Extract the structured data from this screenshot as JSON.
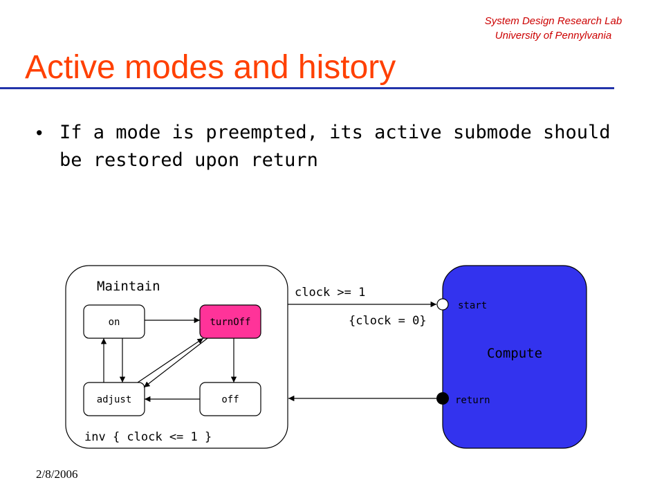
{
  "header": {
    "lab_line1": "System Design Research Lab",
    "lab_line2": "University of Pennylvania"
  },
  "title": "Active modes and history",
  "bullets": [
    {
      "text": "If a mode is preempted, its active submode should be restored upon return"
    }
  ],
  "diagram": {
    "maintain": {
      "label": "Maintain",
      "invariant": "inv { clock <= 1 }",
      "submodes": {
        "on": "on",
        "turnoff": "turnOff",
        "adjust": "adjust",
        "off": "off"
      },
      "active_submode": "turnOff"
    },
    "compute": {
      "label": "Compute",
      "start": "start",
      "return": "return"
    },
    "transition_guard": "clock >= 1",
    "transition_reset": "{clock = 0}",
    "colors": {
      "compute_fill": "#3333ee",
      "active_submode_fill": "#ff3399",
      "title": "#ff4000",
      "lab_text": "#cc0000",
      "rule": "#2233aa"
    }
  },
  "footer": {
    "date": "2/8/2006"
  }
}
